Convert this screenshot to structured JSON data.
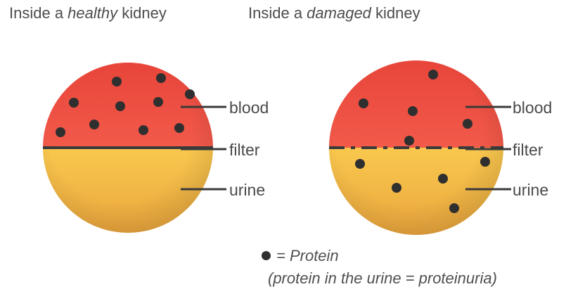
{
  "headings": {
    "healthy": {
      "pre": "Inside a ",
      "em": "healthy",
      "post": " kidney"
    },
    "damaged": {
      "pre": "Inside a ",
      "em": "damaged",
      "post": " kidney"
    }
  },
  "labels": {
    "blood": "blood",
    "filter": "filter",
    "urine": "urine"
  },
  "legend": {
    "symbol_label": "= Protein",
    "note": "(protein in the urine = proteinuria)"
  },
  "colors": {
    "blood_top": "#e8453a",
    "blood_bottom": "#f0574a",
    "urine_top": "#f7c54c",
    "urine_bottom": "#eaa53c",
    "protein": "#2f2f2f",
    "filter_line": "#3a3a3a"
  },
  "filter_style": {
    "healthy": "solid",
    "damaged": "dashed"
  }
}
